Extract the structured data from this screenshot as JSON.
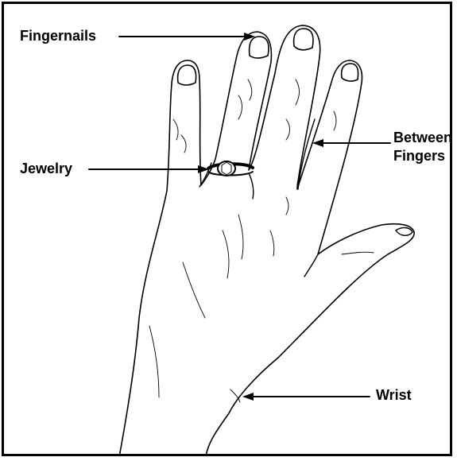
{
  "labels": {
    "fingernails": "Fingernails",
    "jewelry": "Jewelry",
    "between_line1": "Between",
    "between_line2": "Fingers",
    "wrist": "Wrist"
  },
  "colors": {
    "ink": "#000000",
    "background": "#ffffff"
  }
}
